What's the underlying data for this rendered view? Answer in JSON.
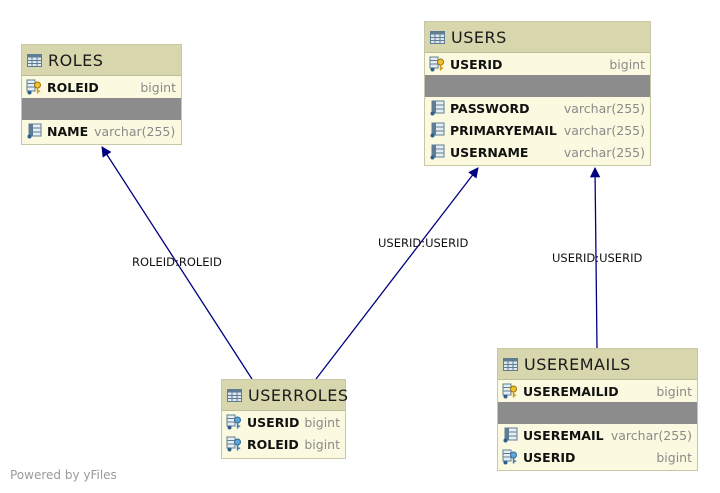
{
  "tables": {
    "roles": {
      "title": "ROLES",
      "pk": [
        {
          "name": "ROLEID",
          "type": "bigint"
        }
      ],
      "cols": [
        {
          "name": "NAME",
          "type": "varchar(255)"
        }
      ]
    },
    "users": {
      "title": "USERS",
      "pk": [
        {
          "name": "USERID",
          "type": "bigint"
        }
      ],
      "cols": [
        {
          "name": "PASSWORD",
          "type": "varchar(255)"
        },
        {
          "name": "PRIMARYEMAIL",
          "type": "varchar(255)"
        },
        {
          "name": "USERNAME",
          "type": "varchar(255)"
        }
      ]
    },
    "userroles": {
      "title": "USERROLES",
      "cols": [
        {
          "name": "USERID",
          "type": "bigint"
        },
        {
          "name": "ROLEID",
          "type": "bigint"
        }
      ]
    },
    "useremails": {
      "title": "USEREMAILS",
      "pk": [
        {
          "name": "USEREMAILID",
          "type": "bigint"
        }
      ],
      "cols": [
        {
          "name": "USEREMAIL",
          "type": "varchar(255)"
        },
        {
          "name": "USERID",
          "type": "bigint"
        }
      ]
    }
  },
  "edges": [
    {
      "label": "ROLEID:ROLEID",
      "from": "USERROLES",
      "to": "ROLES"
    },
    {
      "label": "USERID:USERID",
      "from": "USERROLES",
      "to": "USERS"
    },
    {
      "label": "USERID:USERID",
      "from": "USEREMAILS",
      "to": "USERS"
    }
  ],
  "footer": "Powered by yFiles",
  "colors": {
    "edge": "#000080",
    "header": "#d7d6ad",
    "body": "#fbfae0",
    "separator": "#8c8c8c"
  }
}
